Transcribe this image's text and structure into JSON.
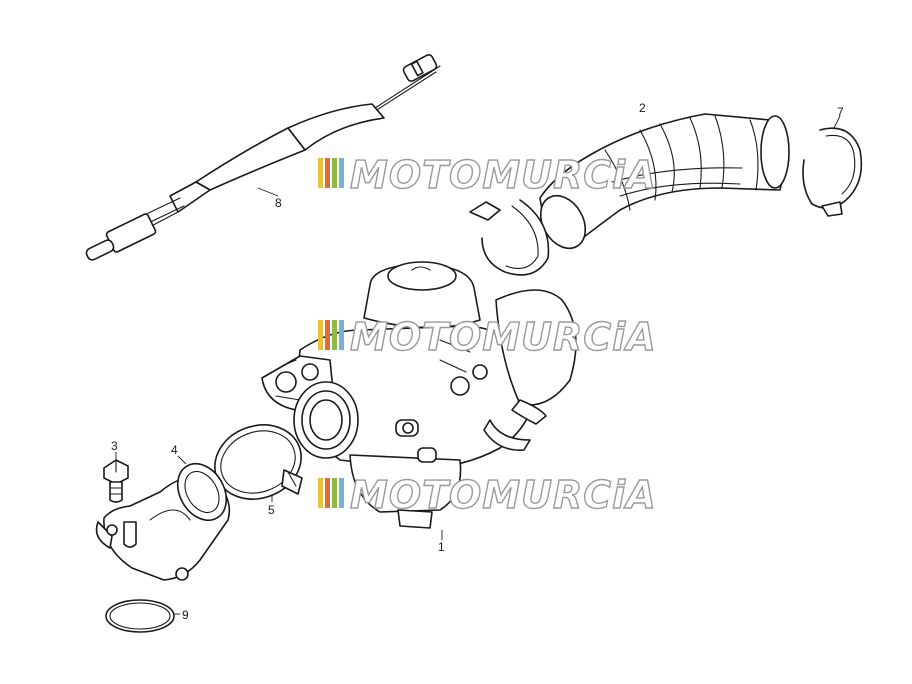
{
  "watermark": {
    "text": "MOTOMURCiA",
    "stripe_colors": [
      "#e8c23a",
      "#e06a3a",
      "#8fb94a",
      "#7ab0d8"
    ]
  },
  "callouts": [
    {
      "id": "1",
      "label": "1"
    },
    {
      "id": "2",
      "label": "2"
    },
    {
      "id": "3",
      "label": "3"
    },
    {
      "id": "4",
      "label": "4"
    },
    {
      "id": "5",
      "label": "5"
    },
    {
      "id": "7",
      "label": "7"
    },
    {
      "id": "8",
      "label": "8"
    },
    {
      "id": "9",
      "label": "9"
    }
  ]
}
